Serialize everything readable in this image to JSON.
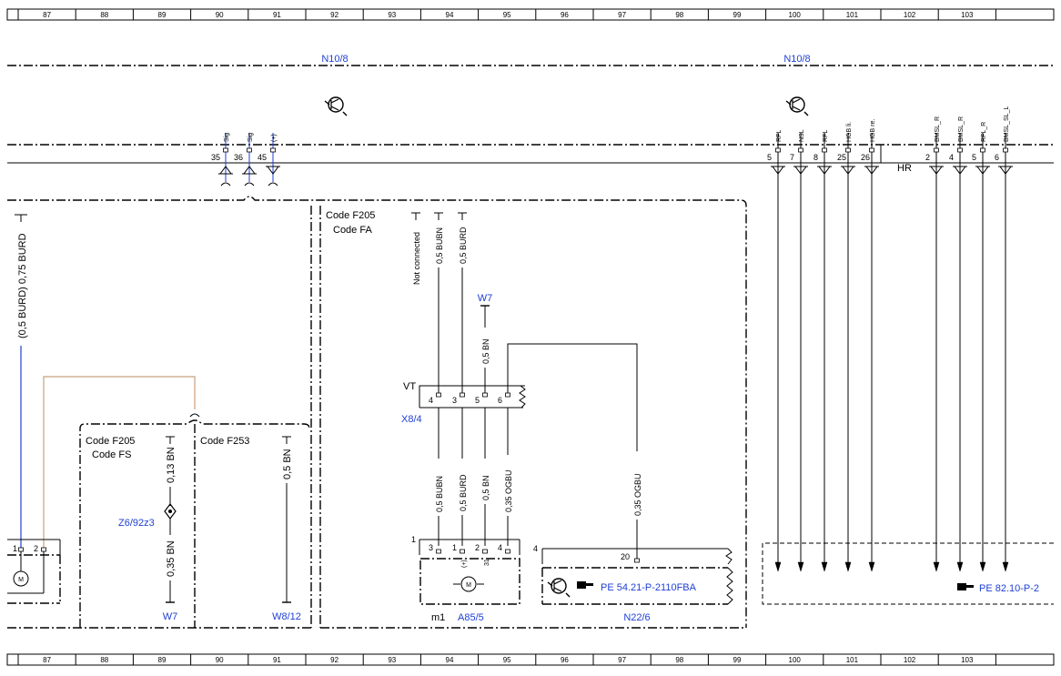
{
  "ruler": {
    "numbers": [
      "87",
      "88",
      "89",
      "90",
      "91",
      "92",
      "93",
      "94",
      "95",
      "96",
      "97",
      "98",
      "99",
      "100",
      "101",
      "102",
      "103"
    ]
  },
  "modules": {
    "top_left": "N10/8",
    "top_right": "N10/8",
    "right_connector": "HR"
  },
  "top_signals_left": [
    {
      "pin": "35",
      "name": "Sig"
    },
    {
      "pin": "36",
      "name": "Sig"
    },
    {
      "pin": "45",
      "name": "(+)"
    }
  ],
  "top_signals_right_group1": [
    {
      "pin": "5",
      "name": "RFL"
    },
    {
      "pin": "7",
      "name": "NSL"
    },
    {
      "pin": "8",
      "name": "RFL"
    },
    {
      "pin": "25",
      "name": "HGB li."
    },
    {
      "pin": "26",
      "name": "HGB re."
    }
  ],
  "top_signals_right_group2": [
    {
      "pin": "2",
      "name": "BMSL_R"
    },
    {
      "pin": "4",
      "name": "BMSL_R"
    },
    {
      "pin": "5",
      "name": "RFL_R"
    },
    {
      "pin": "6",
      "name": "BMSL_SL_L"
    }
  ],
  "left_section": {
    "wire_label": "(0,5 BURD) 0,75 BURD",
    "motor_pins": [
      "1",
      "2"
    ]
  },
  "box_fs": {
    "code1": "Code F205",
    "code2": "Code FS",
    "wire_top": "0,13 BN",
    "component": "Z6/92z3",
    "wire_bottom": "0,35 BN",
    "ground": "W7"
  },
  "box_f253": {
    "code": "Code F253",
    "wire": "0,5 BN",
    "ground": "W8/12"
  },
  "box_fa": {
    "code1": "Code F205",
    "code2": "Code FA",
    "wire_nc": "Not connected",
    "wire_bubn": "0,5 BUBN",
    "wire_burd": "0,5 BURD",
    "ground_w7": "W7",
    "wire_bn": "0,5 BN",
    "vt_label": "VT",
    "vt_pins": [
      "4",
      "3",
      "5",
      "6"
    ],
    "connector": "X8/4",
    "lower_wires": [
      "0,5 BUBN",
      "0,5 BURD",
      "0,5 BN",
      "0,35 OGBU"
    ],
    "wire_ogbu_right": "0,35 OGBU",
    "a85_pin_count": "1",
    "a85_pins": [
      "3",
      "1",
      "2",
      "4"
    ],
    "a85_pin_sub": [
      "(+)",
      "31"
    ],
    "a85_motor": "M",
    "m1": "m1",
    "a85_name": "A85/5",
    "n22_pin_count": "4",
    "n22_pin": "20",
    "n22_ref": "PE 54.21-P-2110FBA",
    "n22_name": "N22/6"
  },
  "right_box": {
    "ref": "PE 82.10-P-2"
  },
  "colors": {
    "blue_wire": "#1f3fd6",
    "brown_wire": "#c8a080",
    "label_blue": "#1f3fd6"
  }
}
